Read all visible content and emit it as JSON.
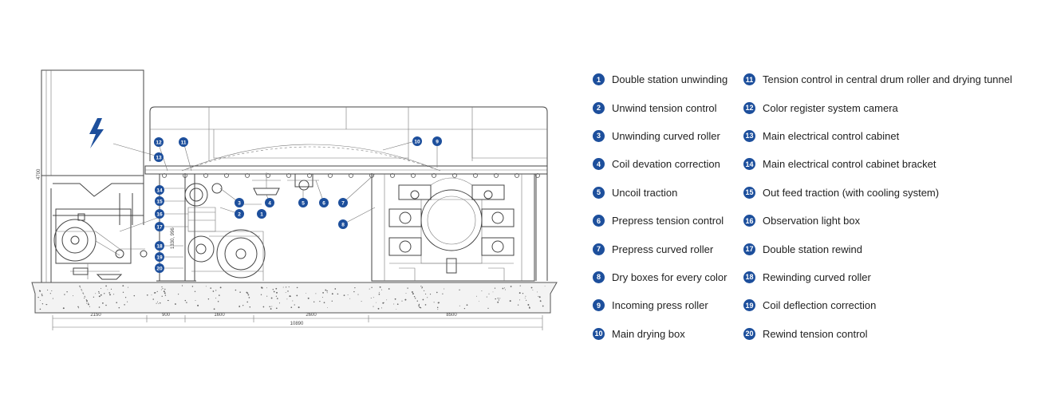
{
  "legend": [
    {
      "num": "1",
      "label": "Double station unwinding"
    },
    {
      "num": "2",
      "label": "Unwind tension control"
    },
    {
      "num": "3",
      "label": "Unwinding curved roller"
    },
    {
      "num": "4",
      "label": "Coil devation correction"
    },
    {
      "num": "5",
      "label": "Uncoil traction"
    },
    {
      "num": "6",
      "label": "Prepress tension control"
    },
    {
      "num": "7",
      "label": "Prepress curved roller"
    },
    {
      "num": "8",
      "label": "Dry boxes for every color"
    },
    {
      "num": "9",
      "label": "Incoming press roller"
    },
    {
      "num": "10",
      "label": "Main drying box"
    },
    {
      "num": "11",
      "label": "Tension control in central drum roller and drying tunnel"
    },
    {
      "num": "12",
      "label": "Color register system camera"
    },
    {
      "num": "13",
      "label": "Main electrical control cabinet"
    },
    {
      "num": "14",
      "label": "Main electrical control cabinet bracket"
    },
    {
      "num": "15",
      "label": "Out feed traction (with cooling system)"
    },
    {
      "num": "16",
      "label": "Observation light box"
    },
    {
      "num": "17",
      "label": "Double station rewind"
    },
    {
      "num": "18",
      "label": "Rewinding curved roller"
    },
    {
      "num": "19",
      "label": "Coil deflection correction"
    },
    {
      "num": "20",
      "label": "Rewind tension control"
    }
  ],
  "dimensions": {
    "height": "4700",
    "sub_height": "1330, 996",
    "seg1": "2150",
    "seg2": "900",
    "seg3": "1600",
    "seg4": "2600",
    "seg5": "8500",
    "total": "10890"
  },
  "colors": {
    "badge": "#1d4f9c",
    "line": "#444444",
    "text": "#222222"
  },
  "icons": {
    "cabinet": "lightning-bolt-icon"
  }
}
